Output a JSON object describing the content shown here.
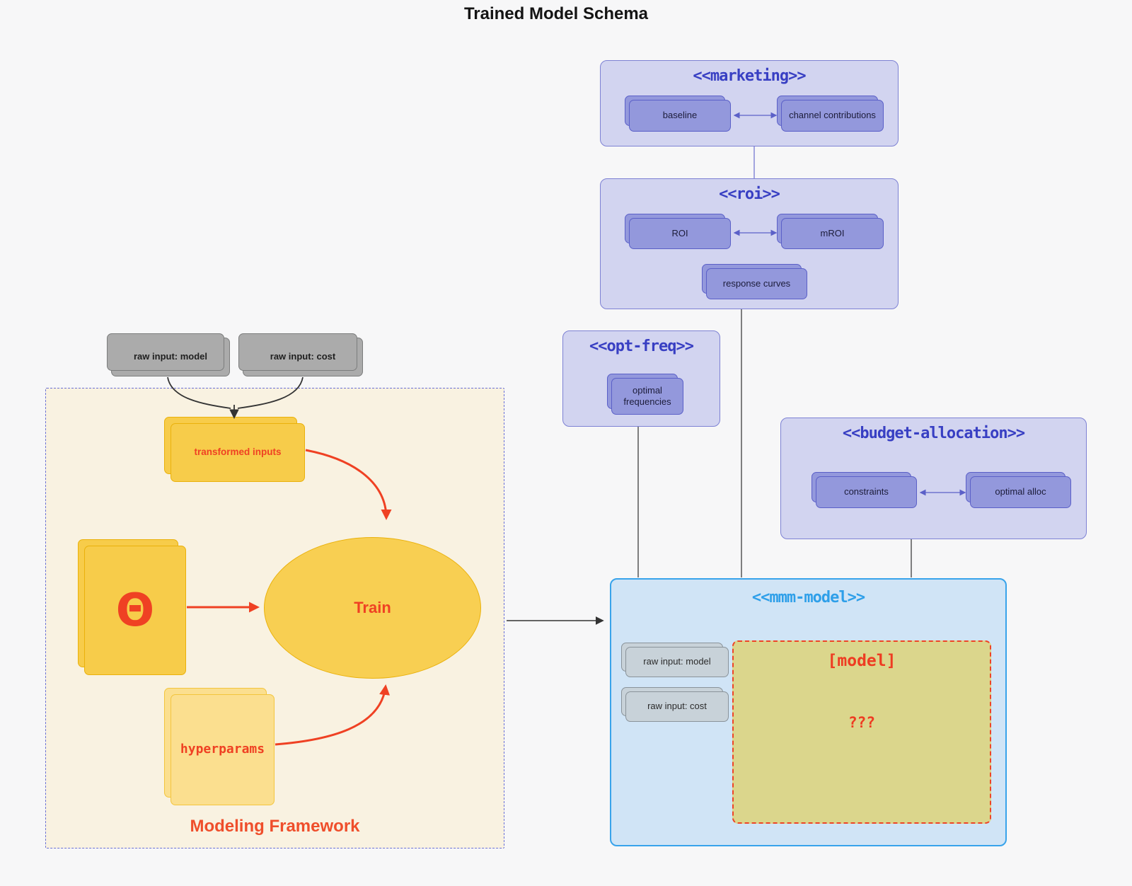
{
  "page": {
    "title": "Trained Model Schema"
  },
  "clusters": {
    "marketing": {
      "title": "<<marketing>>",
      "nodes": {
        "baseline": "baseline",
        "channel_contributions": "channel contributions"
      }
    },
    "roi": {
      "title": "<<roi>>",
      "nodes": {
        "roi": "ROI",
        "mroi": "mROI",
        "response_curves": "response curves"
      }
    },
    "opt_freq": {
      "title": "<<opt-freq>>",
      "nodes": {
        "optimal_frequencies": "optimal frequencies"
      }
    },
    "budget_allocation": {
      "title": "<<budget-allocation>>",
      "nodes": {
        "constraints": "constraints",
        "optimal_alloc": "optimal alloc"
      }
    },
    "mmm_model": {
      "title": "<<mmm-model>>",
      "nodes": {
        "raw_input_model": "raw input: model",
        "raw_input_cost": "raw input: cost",
        "model": "[model]",
        "unknown": "???"
      }
    },
    "modeling_framework": {
      "label": "Modeling Framework",
      "nodes": {
        "transformed_inputs": "transformed inputs",
        "theta": "Θ",
        "train": "Train",
        "hyperparams": "hyperparams"
      }
    }
  },
  "external_inputs": {
    "raw_input_model": "raw input: model",
    "raw_input_cost": "raw input: cost"
  },
  "colors": {
    "page_background": "#f7f7f8",
    "cluster_purple_fill": "#d2d4f0",
    "cluster_purple_border": "#7d81d4",
    "cluster_purple_title": "#383fc3",
    "node_purple_fill": "#9398dc",
    "node_purple_border": "#5b60c8",
    "mmm_fill": "#d0e4f6",
    "mmm_border": "#38a3eb",
    "mmm_title": "#2e9fe9",
    "model_box_fill": "#dbd68c",
    "model_box_border": "#ee4426",
    "framework_fill": "#f9f2e1",
    "framework_border": "#6a70d6",
    "yellow_node_fill": "#f7cc4a",
    "yellow_node_border": "#eab10b",
    "light_yellow_fill": "#fbdf8f",
    "gray_node_fill": "#ababab",
    "bluegray_node_fill": "#c8d2d9",
    "red_accent": "#ef4123",
    "edge_gray": "#4b4b4b"
  }
}
